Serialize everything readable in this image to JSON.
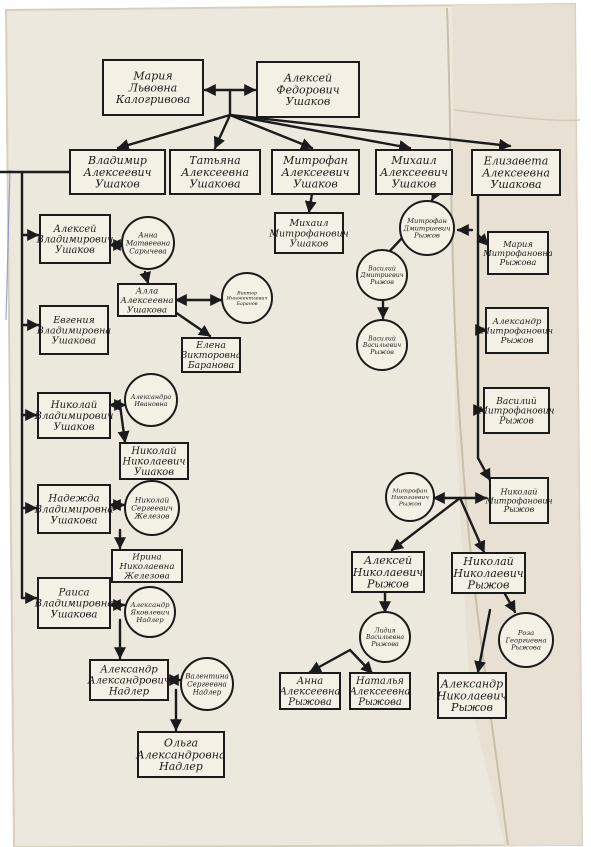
{
  "colors": {
    "paper": "#ede8dd",
    "paper_edge": "#d8cfbd",
    "ink": "#1b1b1b",
    "blue_ink": "#6a86c8"
  },
  "nodes": {
    "maria_kalogrivova": "Мария Львовна Калогривова",
    "aleksei_f_ushakov": "Алексей Федорович Ушаков",
    "vladimir_a_ushakov": "Владимир Алексеевич Ушаков",
    "tatiana_a_ushakova": "Татьяна Алексеевна Ушакова",
    "mitrofan_a_ushakov": "Митрофан Алексеевич Ушаков",
    "mikhail_a_ushakov": "Михаил Алексеевич Ушаков",
    "elizaveta_a_ushakova": "Елизавета Алексеевна Ушакова",
    "mikhail_m_ushakov": "Михаил Митрофанович Ушаков",
    "aleksei_v_ushakov": "Алексей Владимирович Ушаков",
    "anna_sarycheva": "Анна Матвеевна Сарычева",
    "alla_a_ushakova": "Алла Алексеевна Ушакова",
    "viktor_i_baranov": "Виктор Иннокентьевич Баранов",
    "elena_v_baranova": "Елена Викторовна Баранова",
    "evgenia_v_ushakova": "Евгения Владимировна Ушакова",
    "nikolai_v_ushakov": "Николай Владимирович Ушаков",
    "aleksandra_ivanovna": "Александра Ивановна",
    "nikolai_n_ushakov": "Николай Николаевич Ушаков",
    "nadezhda_v_ushakova": "Надежда Владимировна Ушакова",
    "nikolai_s_zhelezov": "Николай Сергеевич Железов",
    "irina_n_zhelezova": "Ирина Николаевна Железова",
    "raisa_v_ushakova": "Раиса Владимировна Ушакова",
    "aleksandr_ya_nadler": "Александр Яковлевич Надлер",
    "aleksandr_a_nadler": "Александр Александрович Надлер",
    "valentina_s_nadler": "Валентина Сергеевна Надлер",
    "olga_a_nadler": "Ольга Александровна Надлер",
    "mitrofan_d_ryzhov": "Митрофан Дмитриевич Рыжов",
    "vasilii_d_ryzhov": "Василий Дмитриевич Рыжов",
    "vasilii_v_ryzhov": "Василий Васильевич Рыжов",
    "maria_m_ryzhova": "Мария Митрофановна Рыжова",
    "aleksandr_m_ryzhov": "Александр Митрофанович Рыжов",
    "vasilii_m_ryzhov": "Василий Митрофанович Рыжов",
    "nikolai_m_ryzhov": "Николай Митрофанович Рыжов",
    "mitrofan_n_ryzhov": "Митрофан Николаевич Рыжов",
    "aleksei_n_ryzhov": "Алексей Николаевич Рыжов",
    "nikolai_n_ryzhov": "Николай Николаевич Рыжов",
    "lidia_v_ryzhova": "Лидия Васильевна Рыжова",
    "anna_a_ryzhova": "Анна Алексеевна Рыжова",
    "natalia_a_ryzhova": "Наталья Алексеевна Рыжова",
    "aleksandr_n_ryzhov": "Александр Николаевич Рыжов",
    "roza_g_ryzhova": "Роза Георгиевна Рыжова"
  }
}
